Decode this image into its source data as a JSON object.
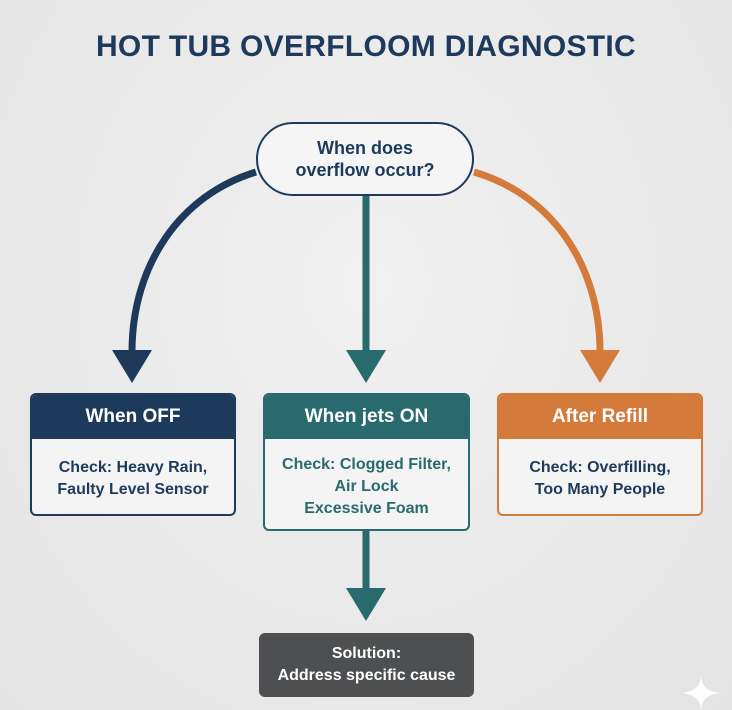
{
  "title": "HOT TUB OVERFLOOM DIAGNOSTIC",
  "question": "When does\noverflow occur?",
  "branches": [
    {
      "heading": "When OFF",
      "lines": [
        "Check: Heavy Rain,",
        "Faulty Level Sensor"
      ],
      "color": "#1d3a5c"
    },
    {
      "heading": "When jets ON",
      "lines": [
        "Check: Clogged Filter,",
        "Air Lock",
        "Excessive Foam"
      ],
      "color": "#286a6d"
    },
    {
      "heading": "After Refill",
      "lines": [
        "Check: Overfilling,",
        "Too Many People"
      ],
      "color": "#d47a3a"
    }
  ],
  "solution": {
    "label": "Solution:",
    "text": "Address specific cause"
  },
  "colors": {
    "navy": "#1d3a5c",
    "teal": "#286a6d",
    "orange": "#d47a3a",
    "solution_bg": "#4e4f51"
  },
  "icons": [
    "sparkle-icon"
  ]
}
